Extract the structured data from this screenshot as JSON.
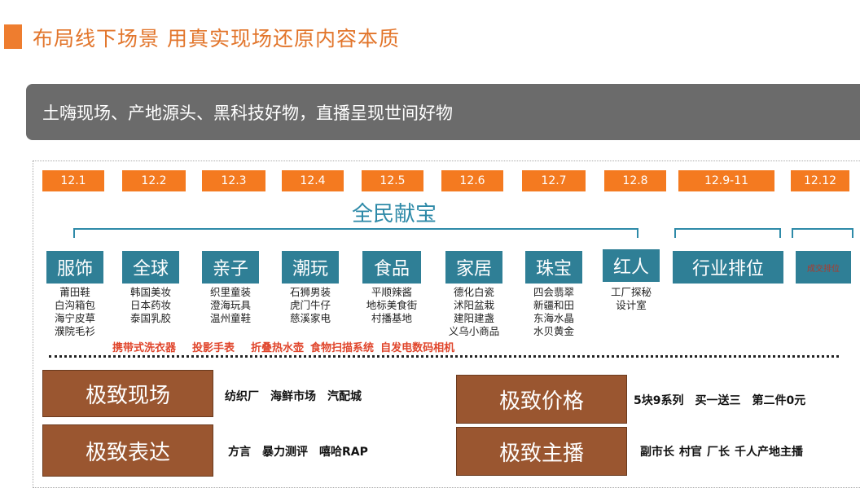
{
  "title": "布局线下场景  用真实现场还原内容本质",
  "banner": "土嗨现场、产地源头、黑科技好物，直播呈现世间好物",
  "dates": [
    "12.1",
    "12.2",
    "12.3",
    "12.4",
    "12.5",
    "12.6",
    "12.7",
    "12.8",
    "12.9-11",
    "12.12"
  ],
  "headline": "全民献宝",
  "categories": [
    {
      "label": "服饰",
      "items": [
        "莆田鞋",
        "白沟箱包",
        "海宁皮草",
        "濮院毛衫"
      ]
    },
    {
      "label": "全球",
      "items": [
        "韩国美妆",
        "日本药妆",
        "泰国乳胶"
      ]
    },
    {
      "label": "亲子",
      "items": [
        "织里童装",
        "澄海玩具",
        "温州童鞋"
      ]
    },
    {
      "label": "潮玩",
      "items": [
        "石狮男装",
        "虎门牛仔",
        "慈溪家电"
      ]
    },
    {
      "label": "食品",
      "items": [
        "平顺辣酱",
        "地标美食街",
        "村播基地"
      ]
    },
    {
      "label": "家居",
      "items": [
        "德化白瓷",
        "沭阳盆栽",
        "建阳建盏",
        "义乌小商品"
      ]
    },
    {
      "label": "珠宝",
      "items": [
        "四会翡翠",
        "新疆和田",
        "东海水晶",
        "水贝黄金"
      ]
    },
    {
      "label": "红人",
      "items": [
        "工厂探秘",
        "设计室"
      ]
    },
    {
      "label": "行业排位",
      "items": []
    },
    {
      "label": "成交排位",
      "items": []
    }
  ],
  "products": [
    "携带式洗衣器",
    "投影手表",
    "折叠热水壶",
    "食物扫描系统",
    "自发电数码相机"
  ],
  "features": [
    {
      "label": "极致现场",
      "items": [
        "纺织厂",
        "海鲜市场",
        "汽配城"
      ]
    },
    {
      "label": "极致价格",
      "items": [
        "5块9系列",
        "买一送三",
        "第二件0元"
      ]
    },
    {
      "label": "极致表达",
      "items": [
        "方言",
        "暴力测评",
        "嘻哈RAP"
      ]
    },
    {
      "label": "极致主播",
      "items": [
        "副市长",
        "村官",
        "厂长",
        "千人产地主播"
      ]
    }
  ],
  "colors": {
    "orange": "#f47a20",
    "teal": "#2f7f96",
    "brown": "#9a5630"
  }
}
